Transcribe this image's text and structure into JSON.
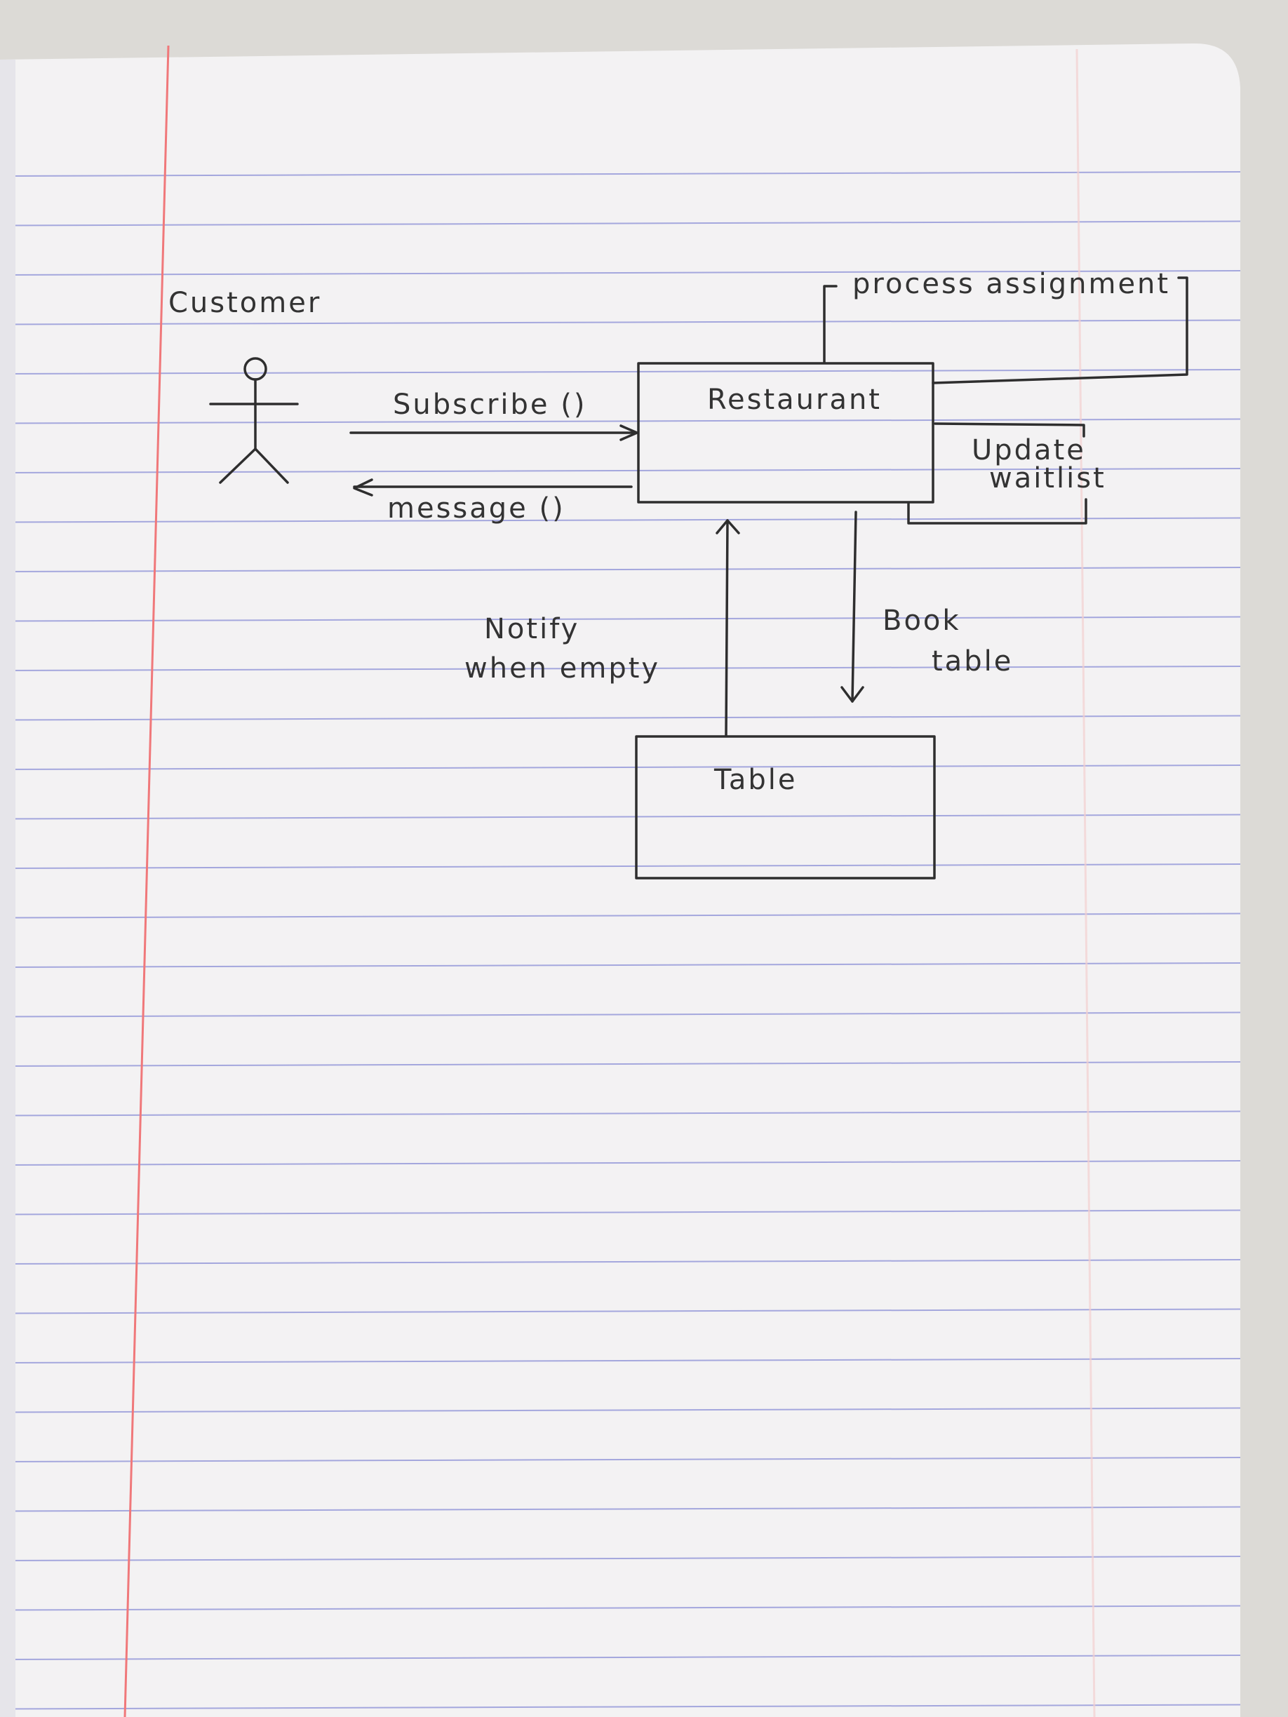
{
  "colors": {
    "paper": "#f3f2f3",
    "rule_line": "#8a8fd6",
    "margin_line": "#f0787a",
    "ink": "#2e2e2e"
  },
  "diagram": {
    "actor": {
      "label": "Customer"
    },
    "nodes": {
      "restaurant": {
        "label": "Restaurant"
      },
      "table": {
        "label": "Table"
      }
    },
    "messages": {
      "subscribe": "Subscribe ()",
      "message": "message ()",
      "process_assignment": "process assignment",
      "update_waitlist_line1": "Update",
      "update_waitlist_line2": "waitlist",
      "notify_line1": "Notify",
      "notify_line2": "when empty",
      "book_line1": "Book",
      "book_line2": "table"
    }
  }
}
